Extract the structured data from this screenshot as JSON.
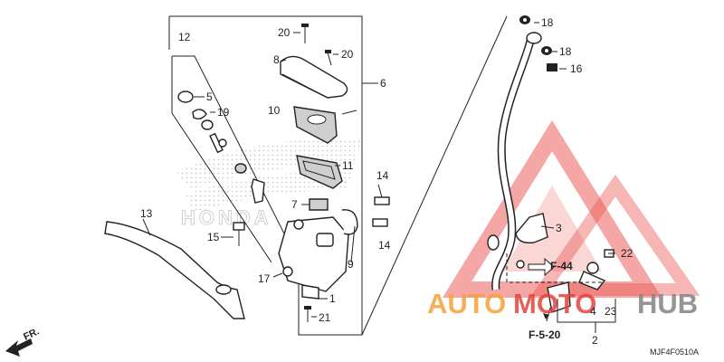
{
  "callouts": {
    "c1": "1",
    "c2": "2",
    "c3": "3",
    "c4": "4",
    "c5": "5",
    "c6": "6",
    "c7": "7",
    "c8": "8",
    "c9": "9",
    "c10": "10",
    "c11": "11",
    "c12": "12",
    "c13": "13",
    "c14a": "14",
    "c14b": "14",
    "c15": "15",
    "c16": "16",
    "c17": "17",
    "c18a": "18",
    "c18b": "18",
    "c19": "19",
    "c20a": "20",
    "c20b": "20",
    "c21": "21",
    "c22": "22",
    "c23": "23"
  },
  "references": {
    "ref_f44": "F-44",
    "ref_f520": "F-5-20",
    "front_arrow": "FR."
  },
  "diagram_code": "MJF4F0510A",
  "watermark": {
    "brand_left": "AUTO",
    "brand_mid": "MOTO",
    "brand_right": "HUB",
    "background_logo": "HONDA"
  },
  "colors": {
    "line": "#222222",
    "watermark_red": "#e8413c",
    "watermark_orange": "#f4a23a",
    "watermark_gray": "#8a8a8a",
    "hatch_gray": "#d9d9d9"
  }
}
